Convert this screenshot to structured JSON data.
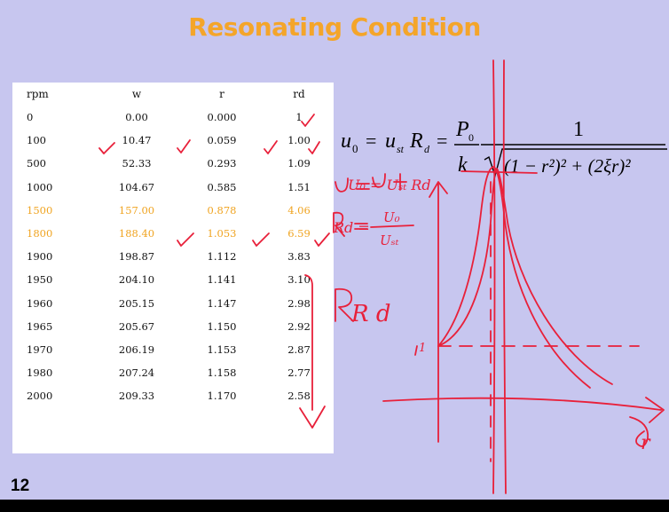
{
  "slide": {
    "title": "Resonating Condition",
    "number": "12"
  },
  "table": {
    "headers": [
      "rpm",
      "w",
      "r",
      "rd"
    ],
    "rows": [
      [
        "0",
        "0.00",
        "0.000",
        "1"
      ],
      [
        "100",
        "10.47",
        "0.059",
        "1.00"
      ],
      [
        "500",
        "52.33",
        "0.293",
        "1.09"
      ],
      [
        "1000",
        "104.67",
        "0.585",
        "1.51"
      ],
      [
        "1500",
        "157.00",
        "0.878",
        "4.06"
      ],
      [
        "1800",
        "188.40",
        "1.053",
        "6.59"
      ],
      [
        "1900",
        "198.87",
        "1.112",
        "3.83"
      ],
      [
        "1950",
        "204.10",
        "1.141",
        "3.10"
      ],
      [
        "1960",
        "205.15",
        "1.147",
        "2.98"
      ],
      [
        "1965",
        "205.67",
        "1.150",
        "2.92"
      ],
      [
        "1970",
        "206.19",
        "1.153",
        "2.87"
      ],
      [
        "1980",
        "207.24",
        "1.158",
        "2.77"
      ],
      [
        "2000",
        "209.33",
        "1.170",
        "2.58"
      ]
    ],
    "highlighted_rows": [
      4,
      5
    ]
  },
  "equation": {
    "lhs": "u",
    "lhs_sub": "0",
    "eq": "=",
    "term_u": "u",
    "term_u_sub": "st",
    "term_R": "R",
    "term_R_sub": "d",
    "frac1_num": "P",
    "frac1_num_sub": "0",
    "frac1_den": "k",
    "frac2_num": "1",
    "frac2_den": "(1 − r²)² + (2ξr)²"
  },
  "handwriting": {
    "line1": "U₀ = Uₛₜ Rd",
    "line2_lhs": "Rd =",
    "line2_num": "U₀",
    "line2_den": "Uₛₜ",
    "line3": "R d",
    "graph_y_tick": "1",
    "graph_x_label": "r"
  },
  "colors": {
    "background": "#c7c6ef",
    "title": "#f4a52a",
    "highlight": "#f0a421",
    "ink": "#e8203a"
  }
}
